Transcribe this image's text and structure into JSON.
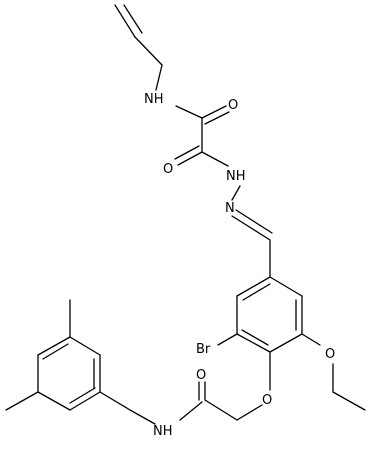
{
  "structure": {
    "atom_labels": {
      "nh_allyl": "NH",
      "o_amide_1": "O",
      "o_amide_2": "O",
      "nh_hydrazide": "NH",
      "n_imine": "N",
      "br": "Br",
      "o_ethoxy": "O",
      "o_ether": "O",
      "o_acetamide": "O",
      "nh_anilide": "NH"
    }
  }
}
